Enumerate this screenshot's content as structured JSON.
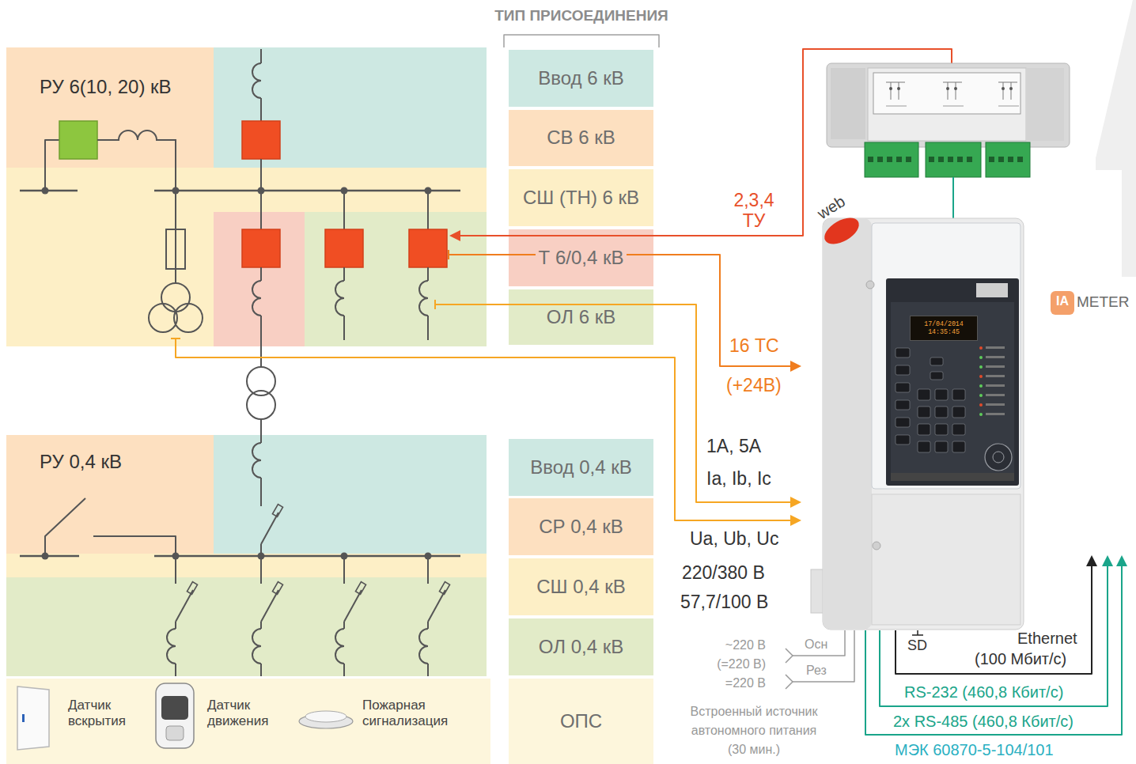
{
  "diagram": {
    "nodes": [
      {
        "text": [
          "РУ 6(10, 20) кВ"
        ]
      },
      {
        "text": [
          "РУ 0,4 кВ"
        ]
      },
      {
        "text": [
          "Датчик вскрытия",
          "Датчик движения",
          "Пожарная сигнализация"
        ]
      },
      {
        "text": [
          "Ввод 6 кВ"
        ]
      },
      {
        "text": [
          "СВ 6 кВ"
        ]
      },
      {
        "text": [
          "СШ (ТН) 6 кВ"
        ]
      },
      {
        "text": [
          "Т 6/0,4 кВ"
        ]
      },
      {
        "text": [
          "ОЛ 6 кВ"
        ]
      },
      {
        "text": [
          "Ввод 0,4 кВ"
        ]
      },
      {
        "text": [
          "СР 0,4 кВ"
        ]
      },
      {
        "text": [
          "СШ 0,4 кВ"
        ]
      },
      {
        "text": [
          "ОЛ 0,4 кВ"
        ]
      },
      {
        "text": [
          "ОПС"
        ]
      },
      {
        "text": [
          "17/04/2014 14:35:45"
        ]
      }
    ],
    "labels": [
      "ТИП ПРИСОЕДИНЕНИЯ",
      "2,3,4 ТУ",
      "16 ТС",
      "(+24В)",
      "1A, 5A",
      "Ia, Ib, Ic",
      "Ua, Ub, Uc",
      "220/380 В",
      "57,7/100 В",
      "~220 В",
      "(=220 В)",
      "=220 В",
      "Осн",
      "Рез",
      "Встроенный источник автономного питания (30 мин.)",
      "SD",
      "Ethernet",
      "(100 Мбит/с)",
      "RS-232 (460,8 Кбит/с)",
      "2x RS-485 (460,8 Кбит/с)",
      "МЭК 60870-5-104/101",
      "web",
      "IA",
      "METER"
    ]
  }
}
